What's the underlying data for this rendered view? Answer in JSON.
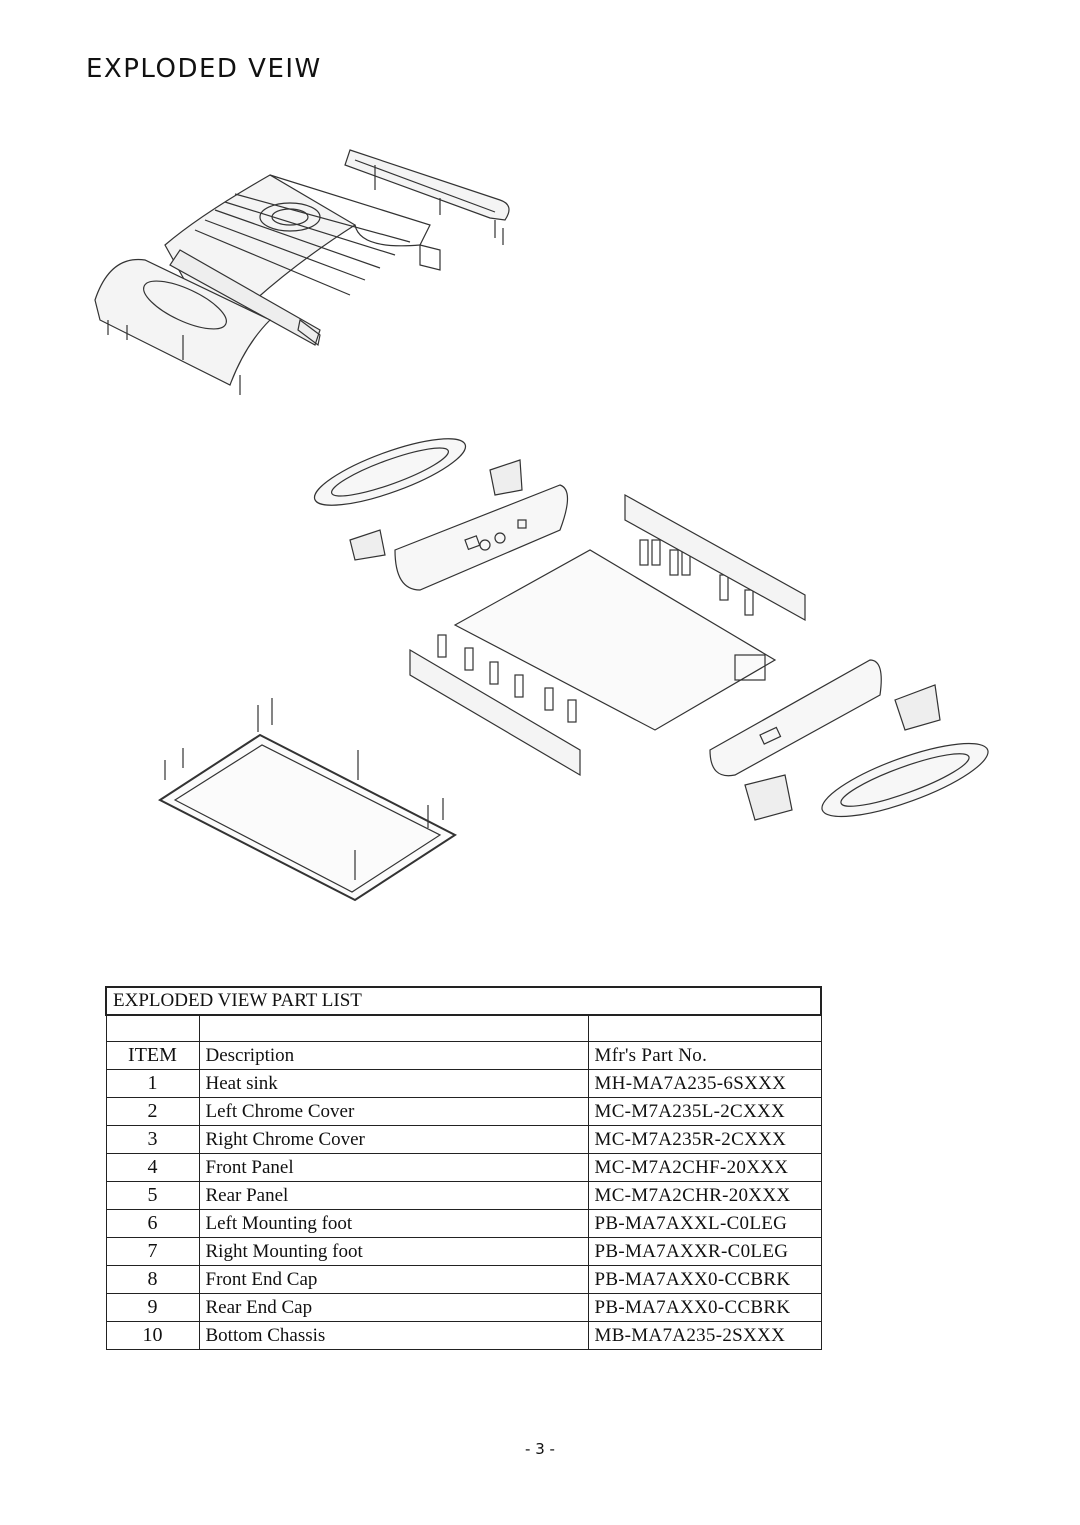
{
  "page": {
    "title": "EXPLODED VEIW",
    "page_number": "- 3 -"
  },
  "parts_list": {
    "caption": "EXPLODED VIEW PART LIST",
    "headers": {
      "item": "ITEM",
      "description": "Description",
      "part_no": "Mfr's Part No."
    },
    "rows": [
      {
        "item": "1",
        "description": "Heat sink",
        "part_no": "MH-MA7A235-6SXXX"
      },
      {
        "item": "2",
        "description": "Left Chrome Cover",
        "part_no": "MC-M7A235L-2CXXX"
      },
      {
        "item": "3",
        "description": "Right Chrome Cover",
        "part_no": "MC-M7A235R-2CXXX"
      },
      {
        "item": "4",
        "description": "Front Panel",
        "part_no": "MC-M7A2CHF-20XXX"
      },
      {
        "item": "5",
        "description": "Rear Panel",
        "part_no": "MC-M7A2CHR-20XXX"
      },
      {
        "item": "6",
        "description": "Left Mounting foot",
        "part_no": "PB-MA7AXXL-C0LEG"
      },
      {
        "item": "7",
        "description": "Right Mounting foot",
        "part_no": "PB-MA7AXXR-C0LEG"
      },
      {
        "item": "8",
        "description": "Front End Cap",
        "part_no": "PB-MA7AXX0-CCBRK"
      },
      {
        "item": "9",
        "description": "Rear End Cap",
        "part_no": "PB-MA7AXX0-CCBRK"
      },
      {
        "item": "10",
        "description": "Bottom Chassis",
        "part_no": "MB-MA7A235-2SXXX"
      }
    ]
  }
}
